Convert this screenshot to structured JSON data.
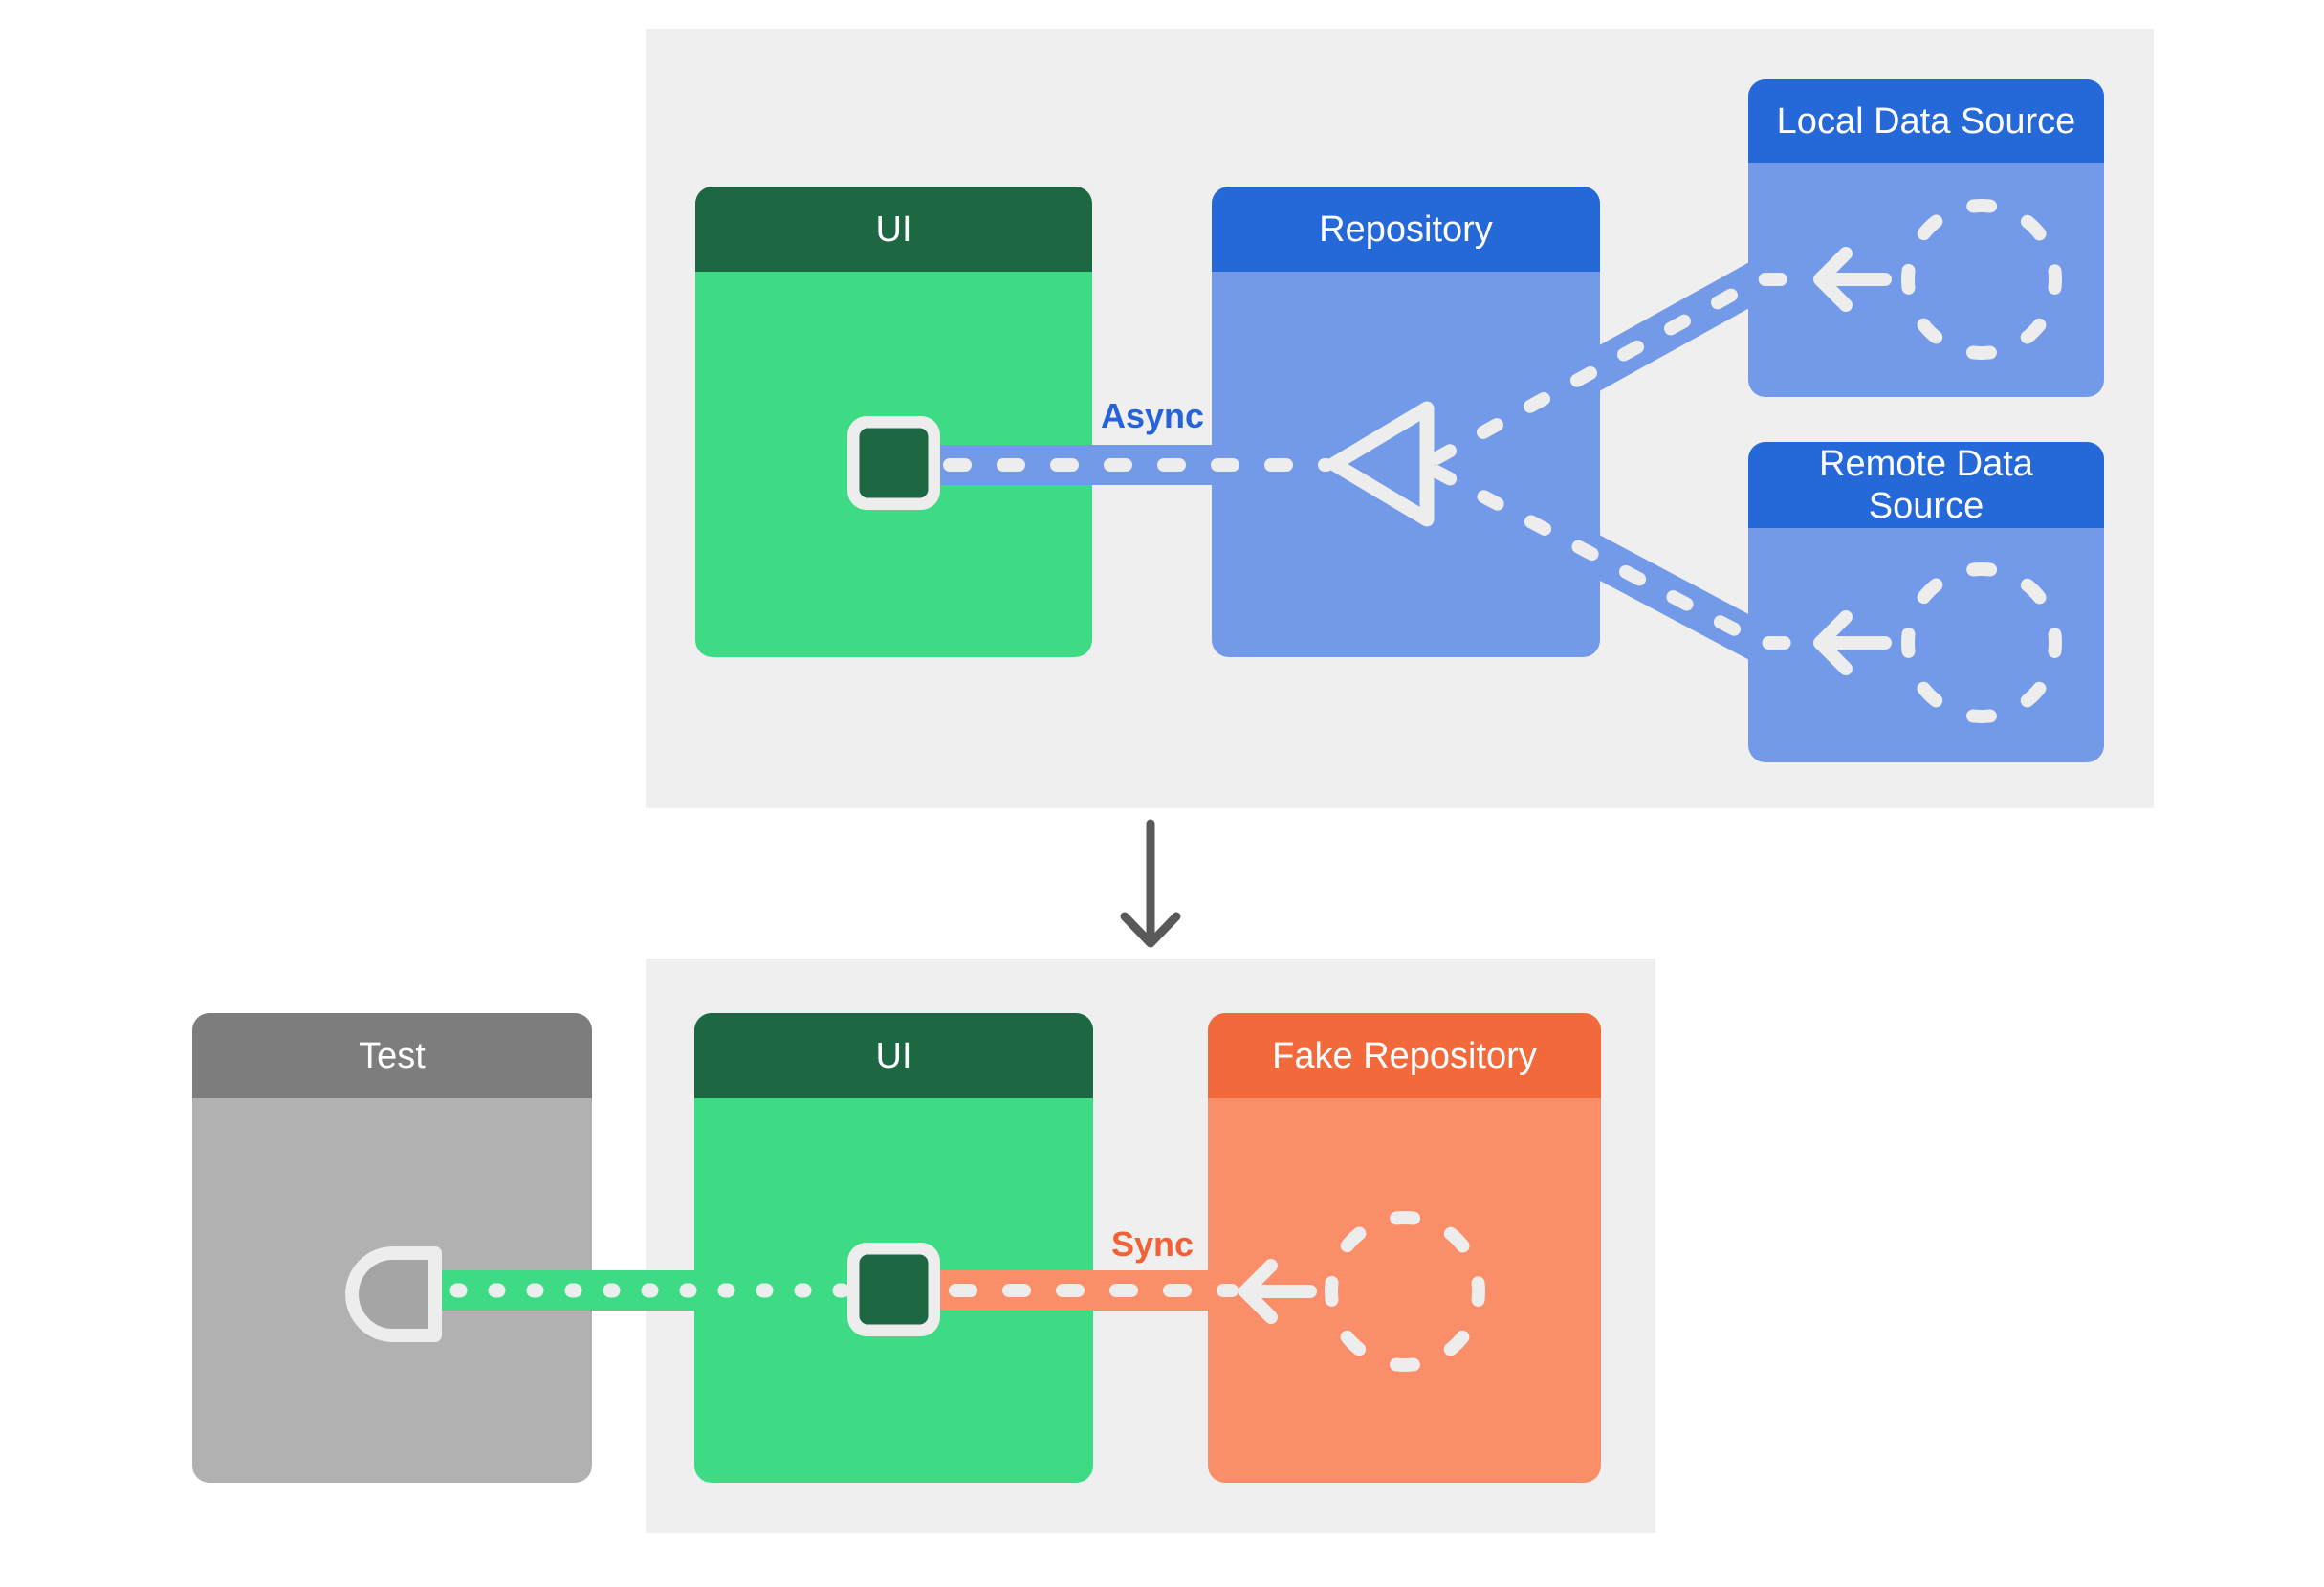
{
  "top_section": {
    "ui_card": {
      "title": "UI"
    },
    "repository_card": {
      "title": "Repository"
    },
    "local_data_source_card": {
      "title": "Local Data Source"
    },
    "remote_data_source_card": {
      "title": "Remote Data Source"
    },
    "flow_label": "Async"
  },
  "bottom_section": {
    "test_card": {
      "title": "Test"
    },
    "ui_card": {
      "title": "UI"
    },
    "fake_repository_card": {
      "title": "Fake Repository"
    },
    "flow_label": "Sync"
  },
  "colors": {
    "page_bg": "#ffffff",
    "section_panel_bg": "#efefef",
    "green_header": "#1d6742",
    "green_body": "#3ddc84",
    "blue_header": "#2569d8",
    "blue_body": "#7399e9",
    "orange_header": "#f26a3c",
    "orange_body": "#fa8e68",
    "gray_header": "#7d7d7d",
    "gray_body": "#b1b1b1",
    "connector_white": "#ededed",
    "async_label_color": "#2563d6",
    "sync_label_color": "#f26034",
    "down_arrow_color": "#595959"
  },
  "icons": {
    "merge_triangle": "left-pointing hollow triangle where local and remote flows merge",
    "dashed_circle": "dashed circle placeholder representing a data source object",
    "left_arrow": "arrow pointing left showing data flow direction",
    "ui_state_square": "dark green rounded square with white outline on UI card",
    "test_socket": "white outlined half-round socket shape on Test card",
    "down_arrow": "dark gray arrow pointing down between the two sections"
  }
}
